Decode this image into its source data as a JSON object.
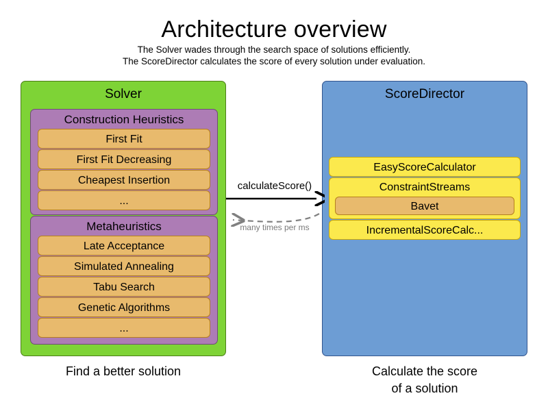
{
  "header": {
    "title": "Architecture overview",
    "subtitle_lines": [
      "The Solver wades through the search space of solutions efficiently.",
      "The ScoreDirector calculates the score of every solution under evaluation."
    ]
  },
  "solver": {
    "title": "Solver",
    "caption": "Find a better solution",
    "color": "#7ed336",
    "groups": [
      {
        "title": "Construction Heuristics",
        "color": "#ad7cb5",
        "items": [
          "First Fit",
          "First Fit Decreasing",
          "Cheapest Insertion",
          "..."
        ]
      },
      {
        "title": "Metaheuristics",
        "color": "#ad7cb5",
        "items": [
          "Late Acceptance",
          "Simulated Annealing",
          "Tabu Search",
          "Genetic Algorithms",
          "..."
        ]
      }
    ]
  },
  "score_director": {
    "title": "ScoreDirector",
    "caption_lines": [
      "Calculate the score",
      "of a solution"
    ],
    "color": "#6d9dd4",
    "calculators": [
      {
        "label": "EasyScoreCalculator",
        "color": "#fbe94d"
      },
      {
        "label": "ConstraintStreams",
        "color": "#fbe94d",
        "children": [
          "Bavet"
        ]
      },
      {
        "label": "IncrementalScoreCalc...",
        "color": "#fbe94d"
      }
    ]
  },
  "arrows": {
    "forward": {
      "label": "calculateScore()",
      "direction": "right",
      "style": "solid",
      "color": "#000000"
    },
    "backward": {
      "label": "many times per ms",
      "direction": "left",
      "style": "dashed",
      "color": "#7a7a7a"
    }
  }
}
